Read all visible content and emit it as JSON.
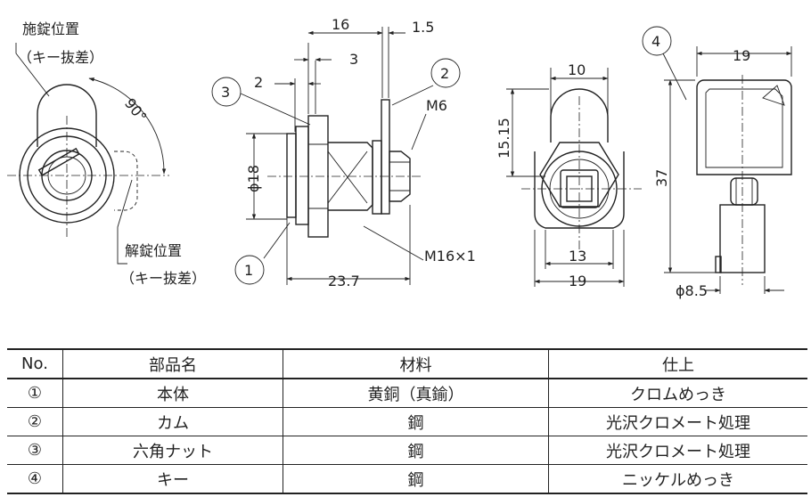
{
  "drawing": {
    "lock_position_label": "施錠位置",
    "lock_position_sub": "（キー抜差）",
    "unlock_position_label": "解錠位置",
    "unlock_position_sub": "（キー抜差）",
    "angle": "90°",
    "dimensions": {
      "d16": "16",
      "d1_5": "1.5",
      "d3": "3",
      "d2": "2",
      "m6": "M6",
      "phi18": "ϕ18",
      "m16x1": "M16×1",
      "d23_7": "23.7",
      "d10": "10",
      "d15_15": "15.15",
      "d13": "13",
      "d19_front": "19",
      "d19_key": "19",
      "d37": "37",
      "phi8_5": "ϕ8.5"
    },
    "part_markers": [
      "1",
      "2",
      "3",
      "4"
    ]
  },
  "table": {
    "headers": [
      "No.",
      "部品名",
      "材料",
      "仕上"
    ],
    "rows": [
      [
        "①",
        "本体",
        "黄銅（真鍮）",
        "クロムめっき"
      ],
      [
        "②",
        "カム",
        "鋼",
        "光沢クロメート処理"
      ],
      [
        "③",
        "六角ナット",
        "鋼",
        "光沢クロメート処理"
      ],
      [
        "④",
        "キー",
        "鋼",
        "ニッケルめっき"
      ]
    ]
  }
}
